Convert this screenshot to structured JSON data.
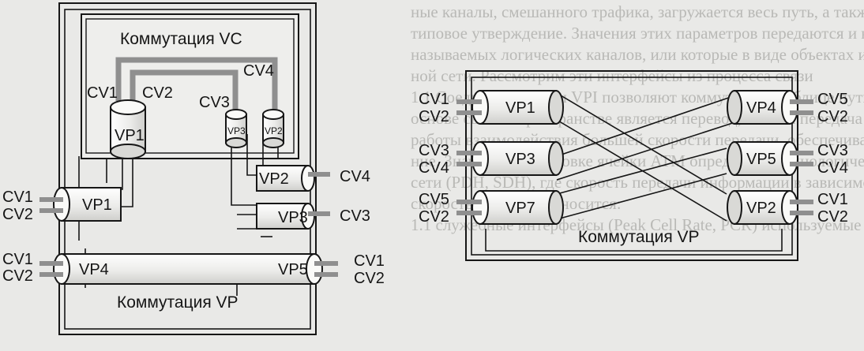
{
  "background_text": [
    "ные каналы, смешанного трафика, загружается весь путь, а также включ",
    "типовое утверждение. Значения этих параметров передаются и называю",
    "называемых логических каналов, или которые в виде объектах и накопител",
    "ной сети. Рассмотрим эти интерфейсы из процесса связи",
    "",
    "",
    "",
    "",
    "1.1 Соединения VCI и VPI позволяют коммутатору, таблице пути",
    "основе связи в пространстве является перевод, а затем передача",
    "работы взаимодействия большей скорости передачи, обеспечивая на",
    "ние. Значения в заголовке ячейки ATM определяют технологическую",
    "сети (PDH, SDH), где скорость передачи информации в зависимости",
    "скорость передачи относится:",
    "1.1 служебные интерфейсы (Peak Cell Rate, PCR) используемые"
  ],
  "left_diagram": {
    "vc_switch_label": "Коммутация VC",
    "vp_switch_label": "Коммутация VP",
    "top_labels": {
      "cv1": "CV1",
      "cv2": "CV2",
      "cv3": "CV3",
      "cv4": "CV4",
      "vp1": "VP1",
      "vp3": "VP3",
      "vp2": "VP2"
    },
    "right_side": [
      {
        "vp": "VP2",
        "cv": "CV4"
      },
      {
        "vp": "VP3",
        "cv": "CV3"
      }
    ],
    "left_side": [
      {
        "vp": "VP1",
        "cvs": [
          "CV1",
          "CV2"
        ]
      },
      {
        "vp": "VP4",
        "cvs": [
          "CV1",
          "CV2"
        ]
      }
    ],
    "vp5": {
      "vp": "VP5",
      "cvs": [
        "CV1",
        "CV2"
      ]
    }
  },
  "right_diagram": {
    "vp_switch_label": "Коммутация VP",
    "inputs": [
      {
        "vp": "VP1",
        "cvs": [
          "CV1",
          "CV2"
        ]
      },
      {
        "vp": "VP3",
        "cvs": [
          "CV3",
          "CV4"
        ]
      },
      {
        "vp": "VP7",
        "cvs": [
          "CV5",
          "CV2"
        ]
      }
    ],
    "outputs": [
      {
        "vp": "VP4",
        "cvs": [
          "CV5",
          "CV2"
        ]
      },
      {
        "vp": "VP5",
        "cvs": [
          "CV3",
          "CV4"
        ]
      },
      {
        "vp": "VP2",
        "cvs": [
          "CV1",
          "CV2"
        ]
      }
    ]
  },
  "colors": {
    "line": "#161616",
    "vc_path": "#8f8f8f",
    "pipe_fill": "#f1f1ef"
  }
}
